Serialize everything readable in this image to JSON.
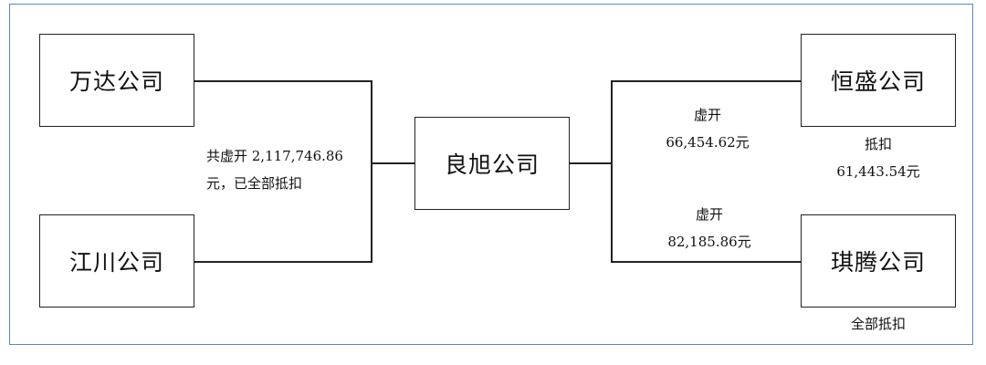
{
  "companies": {
    "wanda": "万达公司",
    "jiangchuan": "江川公司",
    "liangxu": "良旭公司",
    "hengsheng": "恒盛公司",
    "qiteng": "琪腾公司"
  },
  "labels": {
    "left_line1": "共虚开 2,117,746.86",
    "left_line2": "元，已全部抵扣",
    "right_top_line1": "虚开",
    "right_top_line2": "66,454.62元",
    "right_bottom_line1": "虚开",
    "right_bottom_line2": "82,185.86元",
    "hengsheng_deduct_line1": "抵扣",
    "hengsheng_deduct_line2": "61,443.54元",
    "qiteng_deduct": "全部抵扣"
  }
}
